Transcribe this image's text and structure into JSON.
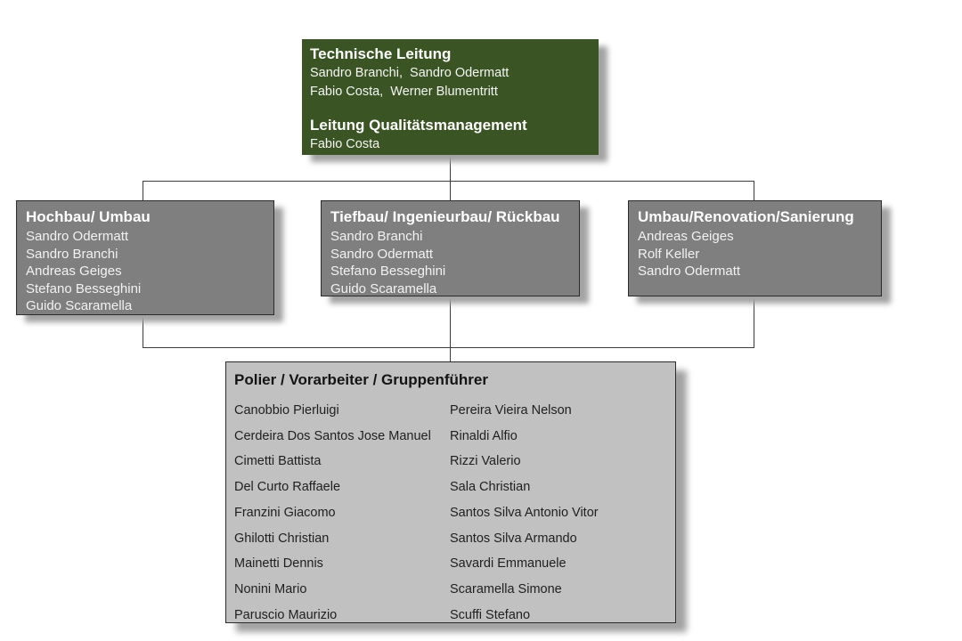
{
  "colors": {
    "green": "#3a5423",
    "dept_gray": "#7f7f7f",
    "crew_gray": "#c1c1c1",
    "border_dark": "#2b2b2b",
    "line": "#3c3c3c",
    "shadow": "#a3a3a3",
    "text_dark": "#1f1f1f"
  },
  "top_box": {
    "title": "Technische Leitung",
    "lines": [
      "Sandro Branchi,  Sandro Odermatt",
      "Fabio Costa,  Werner Blumentritt"
    ],
    "subtitle": "Leitung Qualitätsmanagement",
    "subtitle_member": "Fabio Costa"
  },
  "departments": [
    {
      "title": "Hochbau/ Umbau",
      "members": [
        "Sandro Odermatt",
        "Sandro Branchi",
        "Andreas Geiges",
        "Stefano Besseghini",
        "Guido Scaramella"
      ]
    },
    {
      "title": "Tiefbau/ Ingenieurbau/ Rückbau",
      "members": [
        "Sandro Branchi",
        "Sandro Odermatt",
        "Stefano Besseghini",
        "Guido Scaramella"
      ]
    },
    {
      "title": "Umbau/Renovation/Sanierung",
      "members": [
        "Andreas Geiges",
        "Rolf Keller",
        "Sandro Odermatt"
      ]
    }
  ],
  "crew_box": {
    "title": "Polier / Vorarbeiter / Gruppenführer",
    "column_left": [
      "Canobbio Pierluigi",
      "Cerdeira Dos Santos Jose Manuel",
      "Cimetti Battista",
      "Del Curto Raffaele",
      "Franzini Giacomo",
      "Ghilotti Christian",
      "Mainetti Dennis",
      "Nonini Mario",
      "Paruscio Maurizio"
    ],
    "column_right": [
      "Pereira Vieira Nelson",
      "Rinaldi Alfio",
      "Rizzi Valerio",
      "Sala Christian",
      "Santos Silva Antonio Vitor",
      "Santos Silva Armando",
      "Savardi Emmanuele",
      "Scaramella Simone",
      "Scuffi Stefano"
    ]
  }
}
